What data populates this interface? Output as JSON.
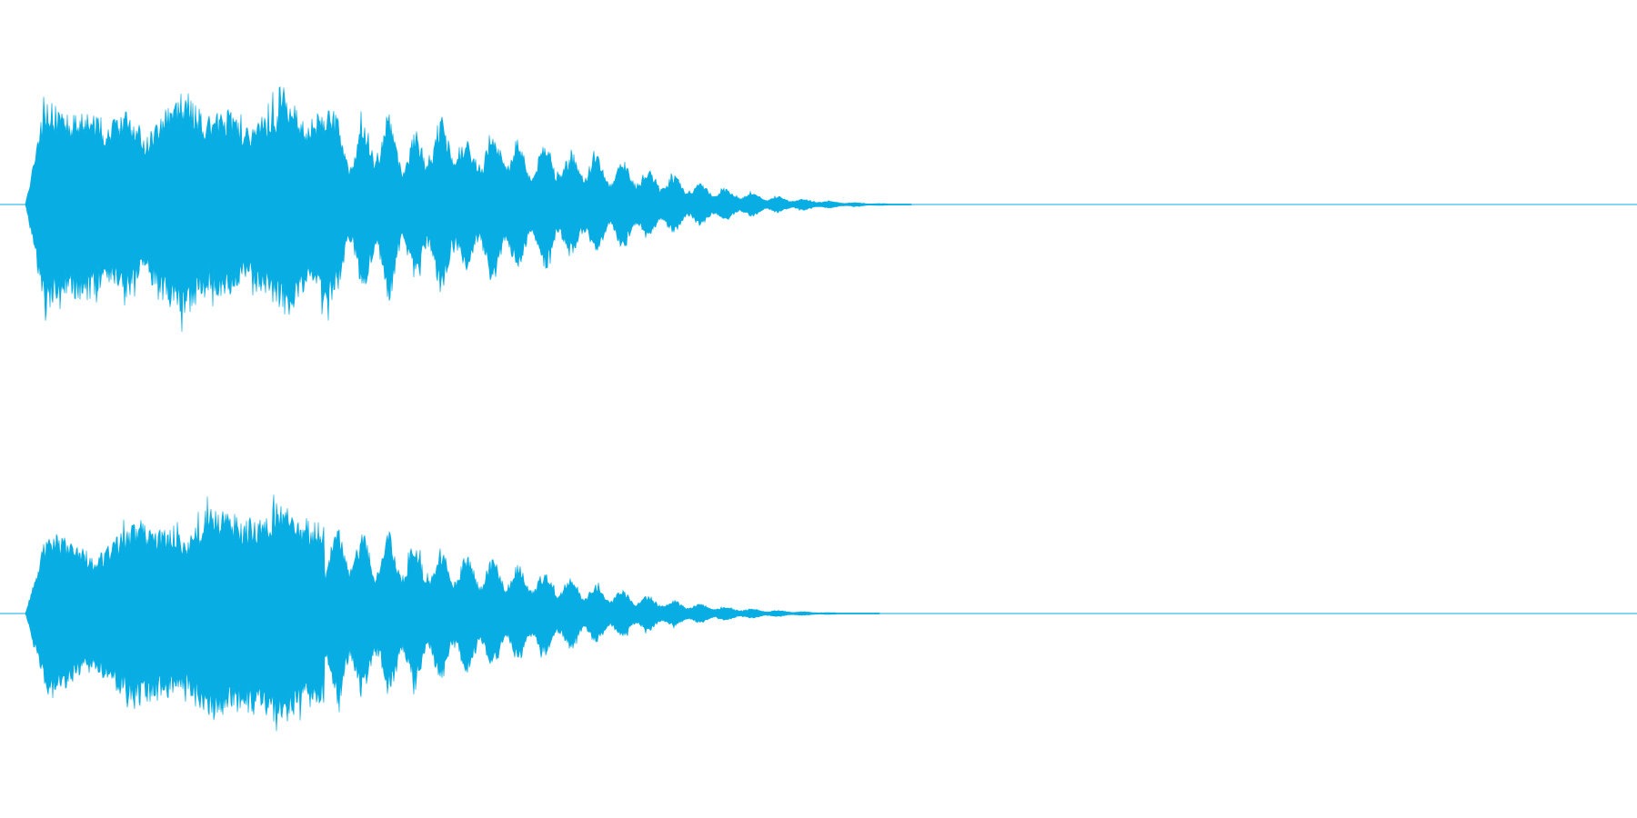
{
  "waveform": {
    "color": "#08aee3",
    "channels": [
      {
        "name": "",
        "envelope": [
          0.0,
          0.95,
          0.78,
          0.88,
          0.7,
          0.82,
          0.6,
          0.9,
          1.0,
          0.75,
          0.85,
          0.68,
          0.8,
          1.0,
          0.72,
          0.9,
          0.65,
          0.78,
          0.86,
          0.6,
          0.74,
          0.82,
          0.55,
          0.7,
          0.68,
          0.5,
          0.6,
          0.45,
          0.5,
          0.38,
          0.4,
          0.3,
          0.28,
          0.2,
          0.18,
          0.13,
          0.11,
          0.08,
          0.06,
          0.045,
          0.03,
          0.02,
          0.012,
          0.006,
          0.0
        ],
        "decay_end_fraction": 0.55
      },
      {
        "name": "",
        "envelope": [
          0.0,
          0.78,
          0.62,
          0.5,
          0.7,
          0.82,
          0.75,
          0.68,
          0.95,
          0.88,
          0.8,
          1.0,
          0.85,
          0.78,
          0.82,
          0.7,
          0.72,
          0.62,
          0.6,
          0.54,
          0.5,
          0.45,
          0.4,
          0.35,
          0.3,
          0.25,
          0.2,
          0.16,
          0.12,
          0.09,
          0.07,
          0.05,
          0.035,
          0.025,
          0.015,
          0.008,
          0.004,
          0.0
        ],
        "decay_end_fraction": 0.53
      }
    ]
  }
}
